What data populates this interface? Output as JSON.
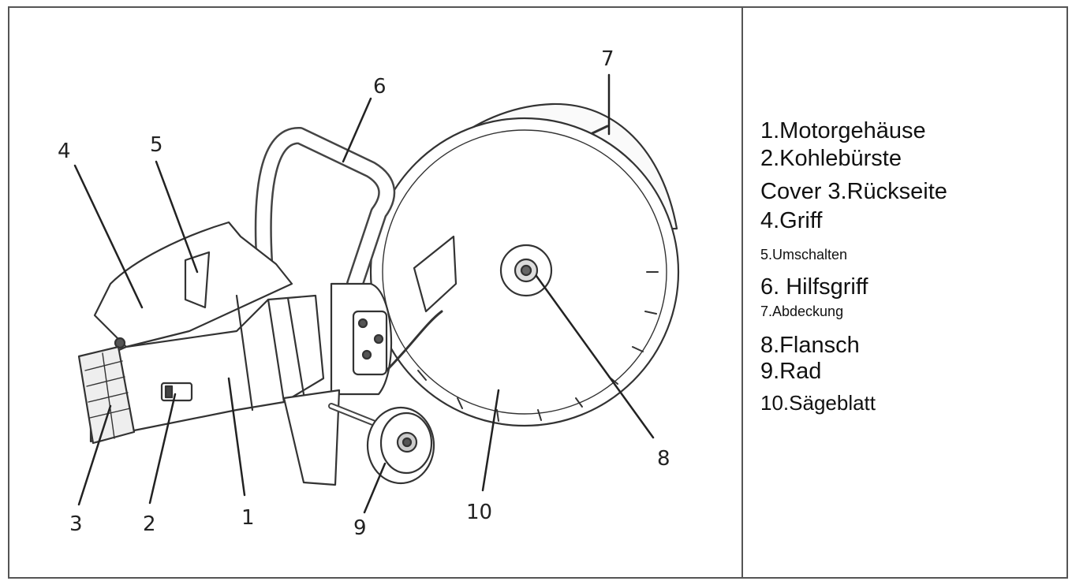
{
  "callouts": [
    "1",
    "2",
    "3",
    "4",
    "5",
    "6",
    "7",
    "8",
    "9",
    "10"
  ],
  "legend": [
    "1.Motorgehäuse",
    "2.Kohlebürste",
    "Cover  3.Rückseite",
    "4.Griff",
    "5.Umschalten",
    "6.  Hilfsgriff",
    "7.Abdeckung",
    "8.Flansch",
    "9.Rad",
    "10.Sägeblatt"
  ]
}
